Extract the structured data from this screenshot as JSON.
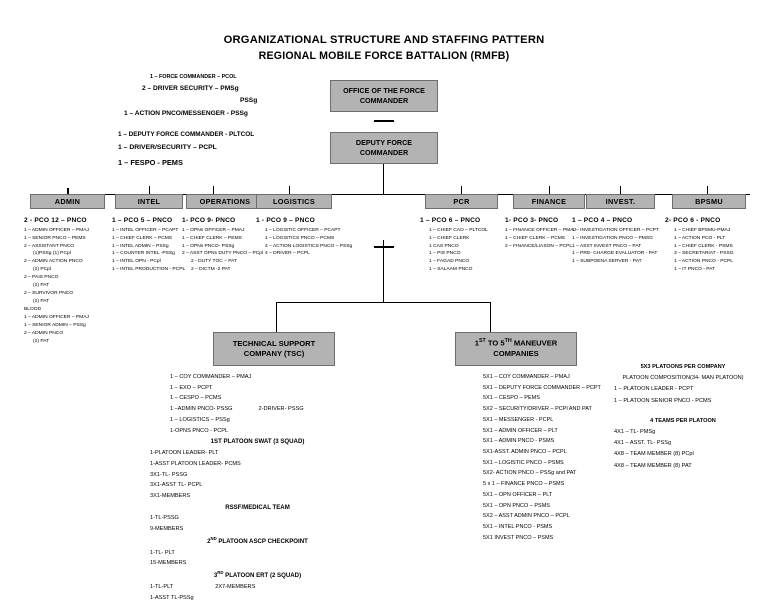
{
  "title": {
    "line1": "ORGANIZATIONAL STRUCTURE AND STAFFING PATTERN",
    "line2": "REGIONAL MOBILE FORCE BATTALION (RMFB)"
  },
  "top_boxes": {
    "office_force_commander": "OFFICE OF THE FORCE COMMANDER",
    "deputy_force_commander": "DEPUTY FORCE COMMANDER"
  },
  "commander_list": [
    "1 – FORCE COMMANDER – PCOL",
    "2 – DRIVER SECURITY – PMSg",
    "PSSg",
    "1 – ACTION PNCO/MESSENGER - PSSg"
  ],
  "deputy_list": [
    "1 – DEPUTY FORCE COMMANDER - PLTCOL",
    "1 – DRIVER/SECURITY – PCPL",
    "1 – FESPO - PEMS"
  ],
  "departments": [
    {
      "name": "ADMIN",
      "header": "2 - PCO   12 – PNCO",
      "lines": [
        "1 – ADMIN OFFICER – PMAJ",
        "1 – SENIOR PNCO – PEMS",
        "2 – ASSISTANT PNCO",
        "(1)PSSg (1) PCpl",
        "2 – ADMIN ACTION PNCO",
        "(2) PCpl",
        "2 – PAIS PNCO",
        "(2) PAT",
        "2 – SURVIVOR PNCO",
        "(2) PAT",
        "BLOOD",
        "1 – ADMIN OFFICER – PMAJ",
        "1 – SENIOR ADMIN – PSSg",
        "2 – ADMIN PNCO",
        "(2) PAT"
      ]
    },
    {
      "name": "INTEL",
      "header": "1 – PCO   5 – PNCO",
      "lines": [
        "1 – INTEL OFFICER – PCAPT",
        "1 – CHIEF CLERK – PCMS",
        "1 – INTEL ADMIN – PSSg",
        "1 – COUNTER INTEL -PSSg",
        "1 – INTEL OPN - PCpl",
        "1 – INTEL PRODUCTION - PCPL"
      ]
    },
    {
      "name": "OPERATIONS",
      "header": "1- PCO     9- PNCO",
      "lines": [
        "1 – OPNs OFFICER – PMAJ",
        "1 – CHIEF CLERK – PEMS",
        "1 – OPNs PNCO- PSSg",
        "2 – ASST OPNs DUTY PNCO – PCpl",
        "2 - DUTY TOC – PAT",
        "2 – DICTM -2 PAT"
      ]
    },
    {
      "name": "LOGISTICS",
      "header": "1 - PCO     9 – PNCO",
      "lines": [
        "1 – LOGISTIC OFFICER – PCAPT",
        "1 – LOGISTICS PNCO – PCMS",
        "4 – ACTION LOGISTICS PNCO – PSSg",
        "4 – DRIVER – PCPL"
      ]
    },
    {
      "name": "PCR",
      "header": "1 – PCO    6 – PNCO",
      "lines": [
        "1 – CHIEF CAO – PLTCOL",
        "1 – CHIEF CLERK",
        "1 CAS PNCO",
        "1 – PIS PNCO",
        "1 – FAGAD PNCO",
        "1 – SALAAM PNCO"
      ]
    },
    {
      "name": "FINANCE",
      "header": "1- PCO  3- PNCO",
      "lines": [
        "1 – FINANCE OFFICER – PMAJ",
        "1 – CHIEF CLERK – PCMS",
        "2 – FINANCE/LIASON – PCPL"
      ]
    },
    {
      "name": "INVEST.",
      "header": "1 – PCO   4 – PNCO",
      "lines": [
        "1 – INVESTIGATION OFFICER – PCPT",
        "1 – INVESTIGATION PNCO – PMSG",
        "1 – ASST INVEST PNCO – PAT",
        "1 – PRE- CHARGE EVALUATOR - PAT",
        "1 – SUBPOENA SERVER - PAT"
      ]
    },
    {
      "name": "BPSMU",
      "header": "2- PCO   6 - PNCO",
      "lines": [
        "1 – CHIEF BPSMU-PMAJ",
        "1 –  ACTION PCO - PLT",
        "1 – CHIEF CLERK - PSMS",
        "3 – SECRETARIAT - PSSG",
        "1 – ACTION PNCO - PCPL",
        "1 – IT PNCO - PAT"
      ]
    }
  ],
  "tsc": {
    "box_line1": "TECHNICAL SUPPORT",
    "box_line2": "COMPANY (TSC)",
    "lines": [
      "1 – COY COMMANDER – PMAJ",
      "1 – EXO – PCPT",
      "1 – CESPO – PCMS",
      "1 –ADMIN PNCO- PSSG",
      "2-DRIVER- PSSG",
      "1 – LOGISTICS – PSSg",
      "1-OPNS PNCO - PCPL"
    ],
    "swat_heading": "1ST PLATOON SWAT (3 SQUAD)",
    "swat_lines": [
      "1-PLATOON LEADER- PLT",
      "1-ASST PLATOON LEADER- PCMS",
      "3X1-TL- PSSG",
      "3X1-ASST TL- PCPL",
      "3X1-MEMBERS"
    ],
    "rssf_heading": "RSSF/MEDICAL TEAM",
    "rssf_lines": [
      "1-TL-PSSG",
      "9-MEMBERS"
    ],
    "ascp_heading": "2ND PLATOON ASCP CHECKPOINT",
    "ascp_heading_sup": "ND",
    "ascp_lines": [
      "1-TL- PLT",
      "15-MEMBERS"
    ],
    "ert_heading": "3RD PLATOON ERT (2 SQUAD)",
    "ert_heading_sup": "RD",
    "ert_lines": [
      "1-TL-PLT",
      "2X7-MEMBERS",
      "1-ASST TL-PSSg"
    ]
  },
  "maneuver": {
    "box_line1": "1ST TO 5TH MANEUVER",
    "box_line1_a": "1",
    "box_line1_sup_a": "ST",
    "box_line1_mid": " TO 5",
    "box_line1_sup_b": "TH",
    "box_line1_end": " MANEUVER",
    "box_line2": "COMPANIES",
    "lines": [
      "5X1 – COY COMMANDER – PMAJ",
      "5X1 – DEPUTY FORCE COMMANDER – PCPT",
      "5X1 – CESPO – PEMS",
      "5X2 – SECURITY/DRIVER – PCPl AND PAT",
      "5X1 – MESSENGER - PCPL",
      "5X1 – ADMIN OFFICER – PLT",
      "5X1 – ADMIN PNCO - PSMS",
      "5X1-ASST. ADMIN PNCO – PCPL",
      "5X1 – LOGISTIC PNCO – PSMS",
      "5X2- ACTION PNCO – PSSg and PAT",
      "5 x 1 – FINANCE PNCO – PSMS",
      "5X1 – OPN OFFICER – PLT",
      "5X1 – OPN PNCO – PSMS",
      "5X2 – ASST ADMIN PNCO – PCPL",
      "5X1 – INTEL PNCO - PSMS",
      "5X1 INVEST PNCO – PSMS"
    ]
  },
  "platoon_notes": {
    "heading": "5X3 PLATOONS PER COMPANY",
    "subheading": "PLATOON COMPOSITION(34- MAN PLATOON)",
    "lines": [
      "1 – PLATOON LEADER - PCPT",
      "1 – PLATOON SENIOR PNCO - PCMS"
    ],
    "teams_heading": "4 TEAMS PER PLATOON",
    "teams_lines": [
      "4X1 – TL- PMSg",
      "4X1 – ASST. TL- PSSg",
      "4X8 – TEAM MEMBER (8) PCpl",
      "4X8 – TEAM MEMBER  (8) PAT"
    ]
  }
}
